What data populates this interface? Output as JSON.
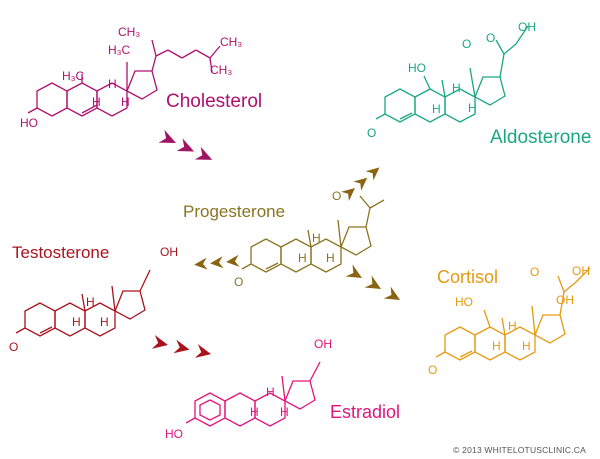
{
  "colors": {
    "cholesterol": "#b0106e",
    "progesterone": "#8a7420",
    "aldosterone": "#1aa880",
    "testosterone": "#a8141e",
    "cortisol": "#e69a12",
    "estradiol": "#e2147a",
    "arrow_chol": "#a01464",
    "arrow_prog": "#8a6412",
    "arrow_test": "#a8141e"
  },
  "molecules": {
    "cholesterol": {
      "name": "Cholesterol",
      "atoms": {
        "ho": "HO",
        "h3c_a": "H₃C",
        "h3c_b": "H₃C",
        "ch3": "CH₃",
        "ch3_top": "CH₃",
        "h1": "H",
        "h2": "H",
        "h3": "H"
      }
    },
    "progesterone": {
      "name": "Progesterone",
      "atoms": {
        "o1": "O",
        "o2": "O",
        "h1": "H",
        "h2": "H",
        "h3": "H"
      }
    },
    "aldosterone": {
      "name": "Aldosterone",
      "atoms": {
        "ho": "HO",
        "oh": "OH",
        "o1": "O",
        "o2": "O",
        "o3": "O",
        "h1": "H",
        "h2": "H",
        "h3": "H"
      }
    },
    "testosterone": {
      "name": "Testosterone",
      "atoms": {
        "o": "O",
        "oh": "OH",
        "h1": "H",
        "h2": "H",
        "h3": "H"
      }
    },
    "cortisol": {
      "name": "Cortisol",
      "atoms": {
        "ho": "HO",
        "oh1": "OH",
        "oh2": "OH",
        "o1": "O",
        "o2": "O",
        "h1": "H",
        "h2": "H",
        "h3": "H"
      }
    },
    "estradiol": {
      "name": "Estradiol",
      "atoms": {
        "ho": "HO",
        "oh": "OH",
        "h1": "H",
        "h2": "H",
        "h3": "H"
      }
    }
  },
  "copyright": "© 2013 WHITELOTUSCLINIC.CA"
}
